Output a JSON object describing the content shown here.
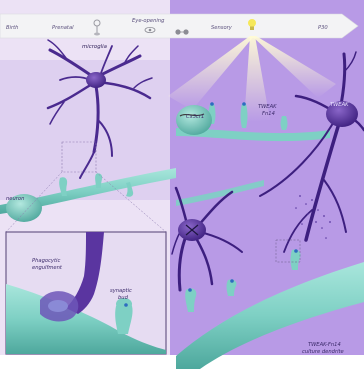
{
  "timeline": {
    "stages": [
      "Birth",
      "Prenatal",
      "Eye-opening",
      "Sensory",
      "P30"
    ]
  },
  "labels": {
    "microglia": "microglia",
    "neuron": "neuron",
    "phagocytic_engulfment_line1": "Phagocytic",
    "phagocytic_engulfment_line2": "engulfment",
    "synaptic_line1": "synaptic",
    "synaptic_line2": "bud",
    "cx3cr1": "Cx3cr1",
    "tweak_line1": "TWEAK",
    "tweak_line2": "Fn14",
    "tweak_neuron": "TWEAK",
    "tweak_fn14_line1": "TWEAK-Fn14",
    "tweak_fn14_line2": "culture dendrite"
  },
  "colors": {
    "left_bg": "#ece2f5",
    "right_bg": "#b89ae6",
    "microglia": "#4a2a8f",
    "dendrite": "#7ed0c4",
    "dendrite_dark": "#3f9f95",
    "light_beam": "#f4efb0"
  }
}
